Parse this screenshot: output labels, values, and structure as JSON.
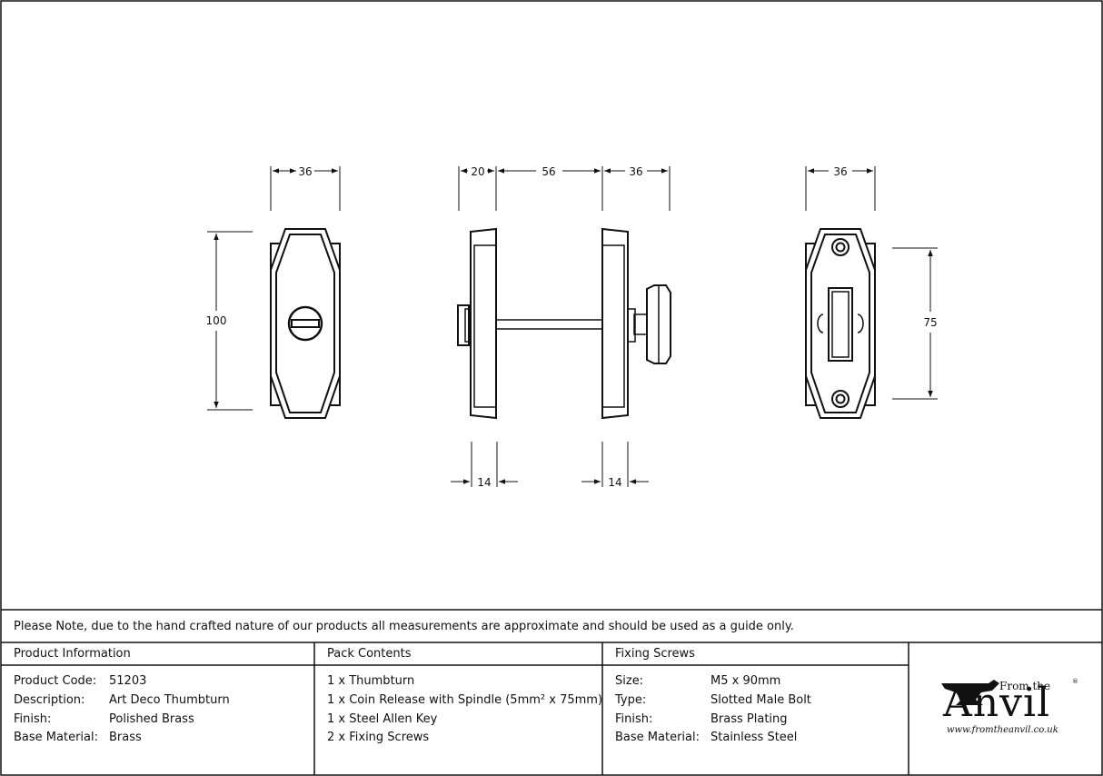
{
  "dimensions": {
    "front_width": "36",
    "front_height": "100",
    "side_thumbturn_knob": "20",
    "side_spindle": "56",
    "side_release_width": "36",
    "side_plate_depth_left": "14",
    "side_plate_depth_right": "14",
    "back_width": "36",
    "back_screw_centres": "75"
  },
  "note": "Please Note, due to the hand crafted nature of our products all measurements are approximate and should be used as a guide only.",
  "product_information": {
    "heading": "Product Information",
    "rows": [
      {
        "label": "Product Code:",
        "value": "51203"
      },
      {
        "label": "Description:",
        "value": "Art Deco Thumbturn"
      },
      {
        "label": "Finish:",
        "value": "Polished Brass"
      },
      {
        "label": "Base Material:",
        "value": "Brass"
      }
    ]
  },
  "pack_contents": {
    "heading": "Pack Contents",
    "items": [
      "1 x Thumbturn",
      "1 x Coin Release with Spindle (5mm² x 75mm)",
      "1 x Steel Allen Key",
      "2 x Fixing Screws"
    ]
  },
  "fixing_screws": {
    "heading": "Fixing Screws",
    "rows": [
      {
        "label": "Size:",
        "value": "M5 x 90mm"
      },
      {
        "label": "Type:",
        "value": "Slotted Male Bolt"
      },
      {
        "label": "Finish:",
        "value": "Brass Plating"
      },
      {
        "label": "Base Material:",
        "value": "Stainless Steel"
      }
    ]
  },
  "logo": {
    "from_text": "From the",
    "brand": "Anvil",
    "registered": "®",
    "url": "www.fromtheanvil.co.uk"
  }
}
